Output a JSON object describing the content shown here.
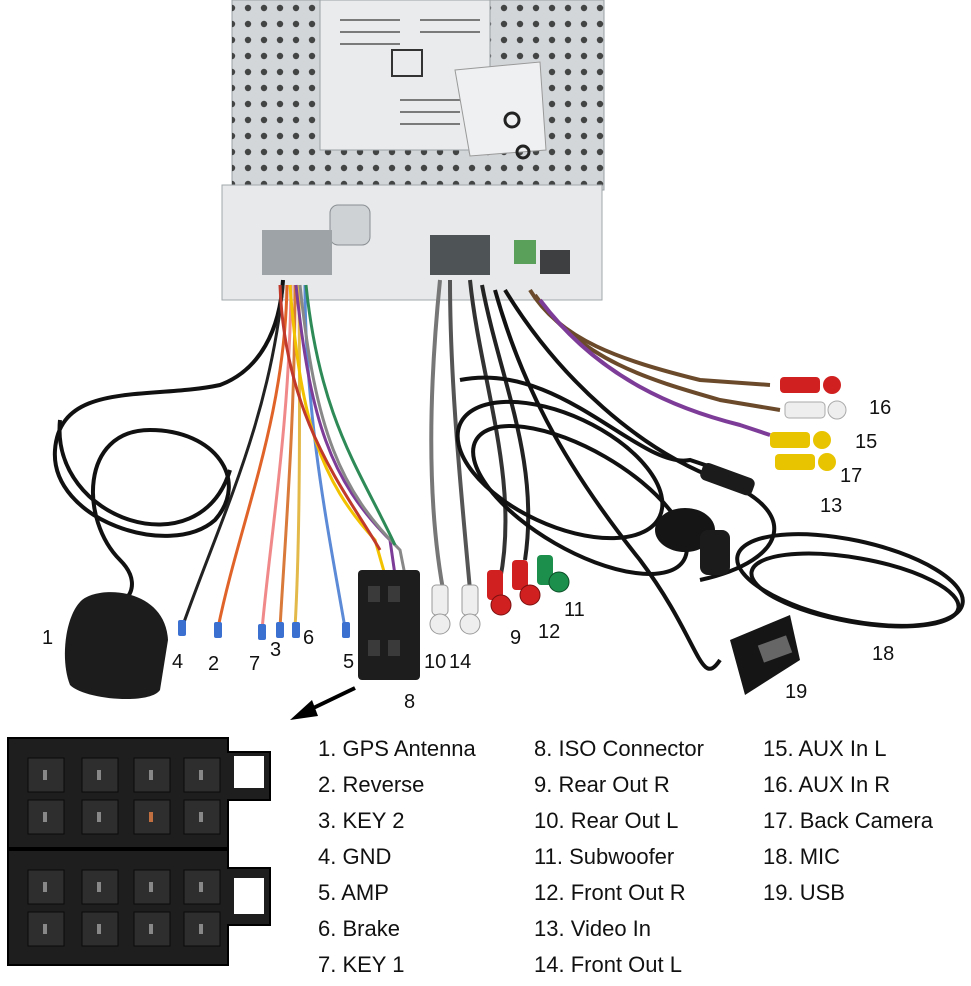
{
  "callouts": [
    "1",
    "2",
    "3",
    "4",
    "5",
    "6",
    "7",
    "8",
    "9",
    "10",
    "11",
    "12",
    "13",
    "14",
    "15",
    "16",
    "17",
    "18",
    "19"
  ],
  "legend": {
    "col1": [
      "1. GPS Antenna",
      "2. Reverse",
      "3.  KEY 2",
      "4. GND",
      "5. AMP",
      "6. Brake",
      "7. KEY 1"
    ],
    "col2": [
      "8. ISO Connector",
      "9. Rear Out R",
      "10. Rear Out L",
      "11. Subwoofer",
      "12.  Front Out R",
      "13. Video In",
      "14. Front Out L"
    ],
    "col3": [
      "15. AUX In L",
      "16. AUX In R",
      "17. Back Camera",
      "18. MIC",
      "19. USB"
    ]
  }
}
